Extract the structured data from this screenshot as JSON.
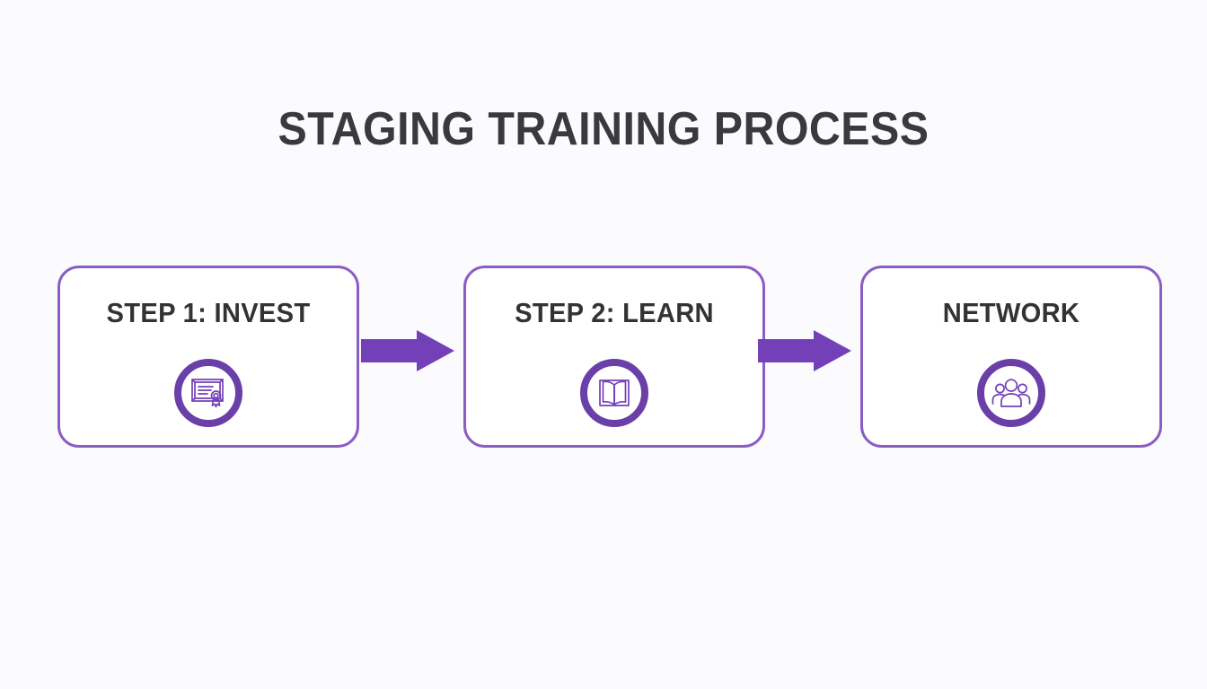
{
  "slide": {
    "title": "STAGING TRAINING PROCESS",
    "background_color": "#fbfafc",
    "title_color": "#3a3a3c",
    "accent_color": "#7340b8",
    "card_border_color": "#8b5cc4",
    "icon_ring_color": "#6b3fa8"
  },
  "steps": [
    {
      "label": "STEP 1: INVEST",
      "icon": "certificate-icon"
    },
    {
      "label": "STEP 2: LEARN",
      "icon": "open-book-icon"
    },
    {
      "label": "NETWORK",
      "icon": "group-people-icon"
    }
  ],
  "connectors": [
    {
      "name": "arrow-right-icon",
      "from": "STEP 1: INVEST",
      "to": "STEP 2: LEARN"
    },
    {
      "name": "arrow-right-icon",
      "from": "STEP 2: LEARN",
      "to": "NETWORK"
    }
  ]
}
